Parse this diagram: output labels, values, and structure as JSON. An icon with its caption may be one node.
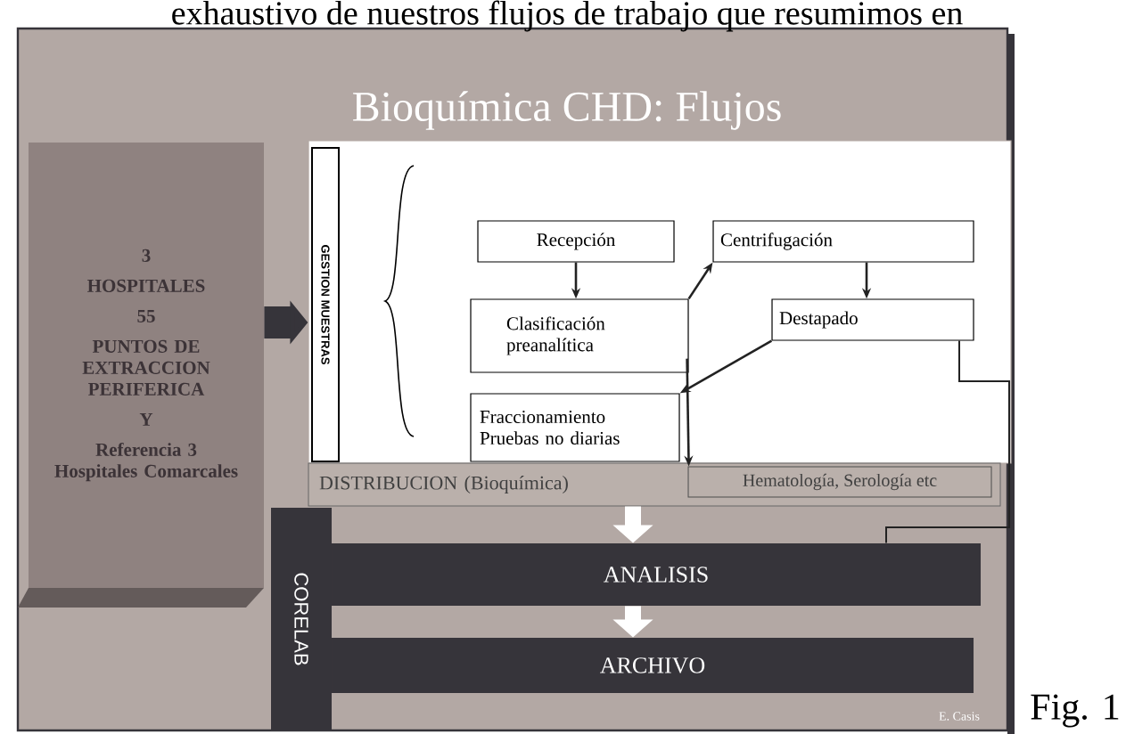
{
  "diagram": {
    "title": "Bioquímica CHD: Flujos",
    "nodes": [
      {
        "text": [
          "3",
          "HOSPITALES",
          "55",
          "PUNTOS DE EXTRACCION PERIFERICA",
          "Y",
          "Referencia 3 Hospitales Comarcales"
        ]
      },
      {
        "text": [],
        "shape": "box"
      },
      {
        "text": [
          "GESTION MUESTRAS"
        ],
        "in": 1
      },
      {
        "text": [
          "Recepción"
        ],
        "in": 1
      },
      {
        "text": [
          "Clasificación preanalítica"
        ],
        "in": 1
      },
      {
        "text": [
          "Centrifugación"
        ],
        "in": 1
      },
      {
        "text": [
          "Destapado"
        ],
        "in": 1
      },
      {
        "text": [
          "Fraccionamiento Pruebas no diarias"
        ],
        "in": 1
      },
      {
        "text": [
          "DISTRIBUCION (Bioquímica)"
        ]
      },
      {
        "text": [
          "Hematología, Serología etc"
        ],
        "in": 8
      },
      {
        "text": [
          "CORELAB"
        ]
      },
      {
        "text": [
          "ANALISIS"
        ]
      },
      {
        "text": [
          "ARCHIVO"
        ]
      }
    ],
    "edges": [
      {
        "from": 0,
        "to": 1,
        "arrow": "to",
        "style": "thick",
        "color": "#36343a"
      },
      {
        "from": 3,
        "to": 4,
        "arrow": "to"
      },
      {
        "from": 4,
        "to": 5,
        "arrow": "to"
      },
      {
        "from": 5,
        "to": 6,
        "arrow": "to"
      },
      {
        "from": 6,
        "to": 7,
        "arrow": "to"
      },
      {
        "from": 4,
        "to": 9,
        "arrow": "to"
      },
      {
        "from": 6,
        "to": 11,
        "arrow": "none"
      },
      {
        "from": 8,
        "to": 11,
        "arrow": "to",
        "style": "thick",
        "color": "#ffffff"
      },
      {
        "from": 11,
        "to": 12,
        "arrow": "to",
        "style": "thick",
        "color": "#ffffff"
      }
    ],
    "labels": [
      "exhaustivo de nuestros flujos de trabajo que resumimos en",
      "E. Casis",
      "Fig. 1"
    ]
  }
}
